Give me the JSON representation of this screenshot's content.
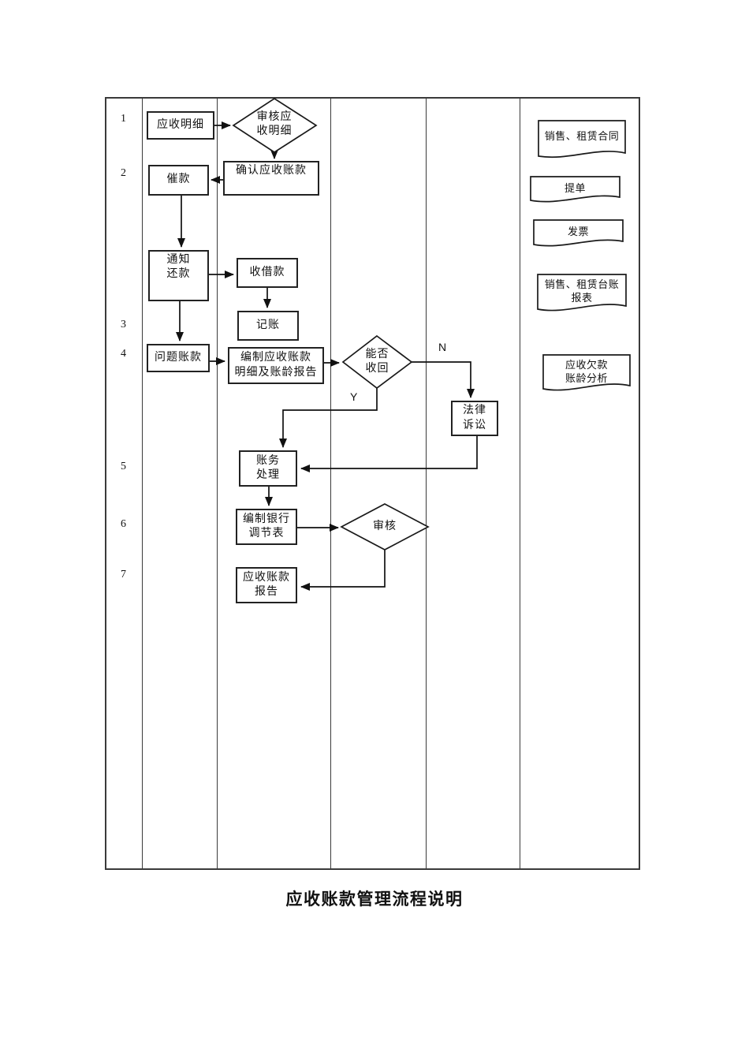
{
  "title": "应收账款管理流程说明",
  "lanes": [
    "1",
    "2",
    "3",
    "4",
    "5",
    "6",
    "7"
  ],
  "branch": {
    "yes": "Y",
    "no": "N"
  },
  "nodes": {
    "receivable_detail": "应收明细",
    "audit_detail": "审核应\n收明细",
    "confirm_receivable": "确认应收账款",
    "press_payment": "催款",
    "notify_repay": "通知\n还款",
    "receive_loan": "收借款",
    "bookkeeping": "记账",
    "problem_accounts": "问题账款",
    "aging_report": "编制应收账款\n明细及账龄报告",
    "can_recover": "能否\n收回",
    "legal_action": "法律\n诉讼",
    "account_treatment": "账务\n处理",
    "bank_reconciliation": "编制银行\n调节表",
    "audit": "审核",
    "receivable_report": "应收账款\n报告"
  },
  "documents": [
    "销售、租赁合同",
    "提单",
    "发票",
    "销售、租赁台账\n报表",
    "应收欠款\n账龄分析"
  ]
}
